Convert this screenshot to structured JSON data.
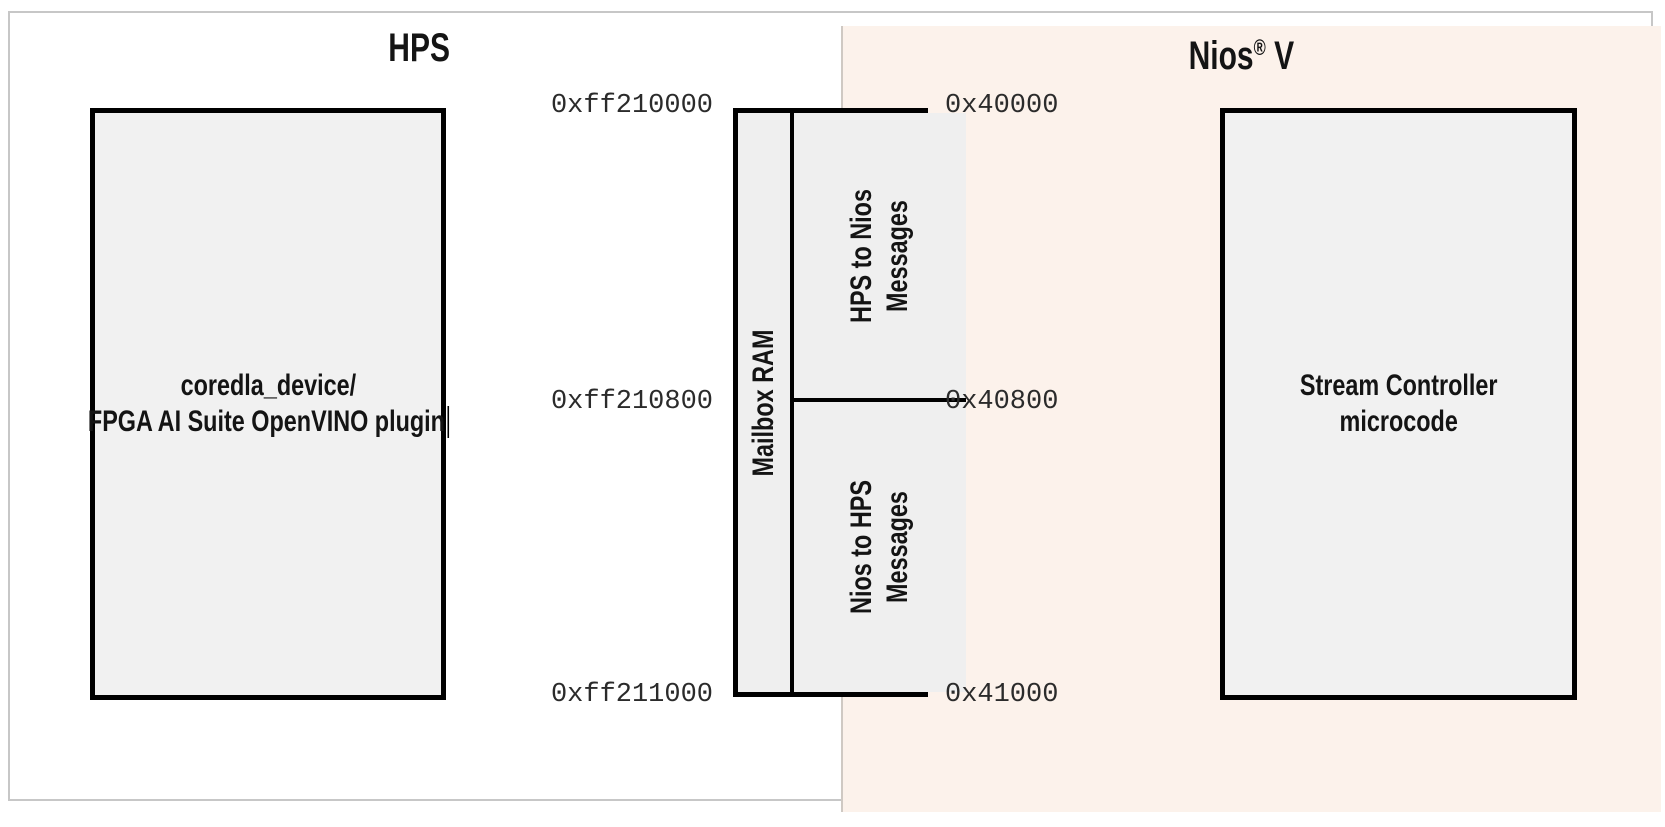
{
  "sections": {
    "hps_title": "HPS",
    "nios_title_name": "Nios",
    "nios_title_reg": "®",
    "nios_title_suffix": " V"
  },
  "hps_box": {
    "line1": "coredla_device/",
    "line2": "FPGA AI Suite OpenVINO plugin"
  },
  "nios_box": {
    "line1": "Stream Controller",
    "line2": "microcode"
  },
  "mailbox": {
    "label": "Mailbox RAM",
    "hps_to_nios": {
      "line1": "HPS to Nios",
      "line2": "Messages"
    },
    "nios_to_hps": {
      "line1": "Nios to HPS",
      "line2": "Messages"
    }
  },
  "addresses": {
    "hps": [
      "0xff210000",
      "0xff210800",
      "0xff211000"
    ],
    "nios": [
      "0x40000",
      "0x40800",
      "0x41000"
    ]
  },
  "colors": {
    "nios_bg": "#fcf2eb",
    "box_fill": "#f1f1f1",
    "box_border": "#000000",
    "frame_border": "#c7c7c7",
    "address_text": "#2b2b2b"
  }
}
